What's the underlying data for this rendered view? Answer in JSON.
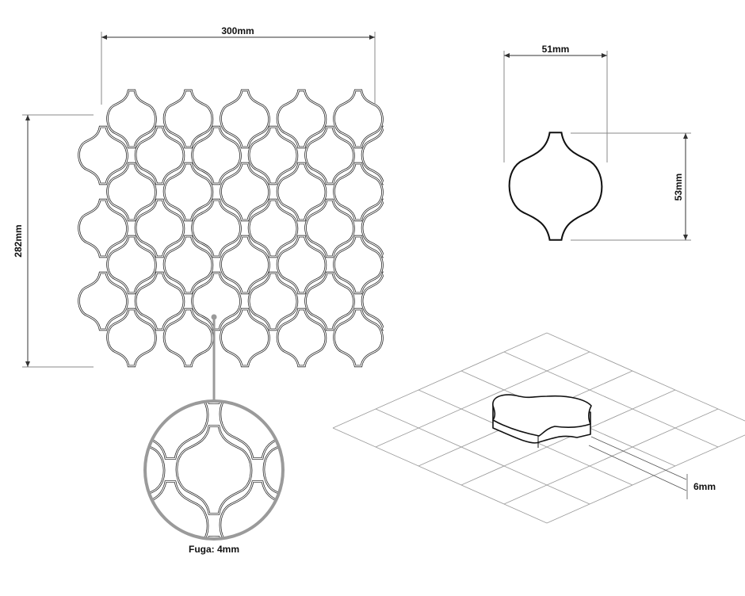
{
  "dimensions": {
    "sheet_width": "300mm",
    "sheet_height": "282mm",
    "tile_width": "51mm",
    "tile_height": "53mm",
    "tile_thickness": "6mm",
    "grout_label": "Fuga: 4mm"
  },
  "colors": {
    "line": "#111111",
    "dim": "#888888",
    "grid": "#999999",
    "leader": "#9a9a9a"
  }
}
